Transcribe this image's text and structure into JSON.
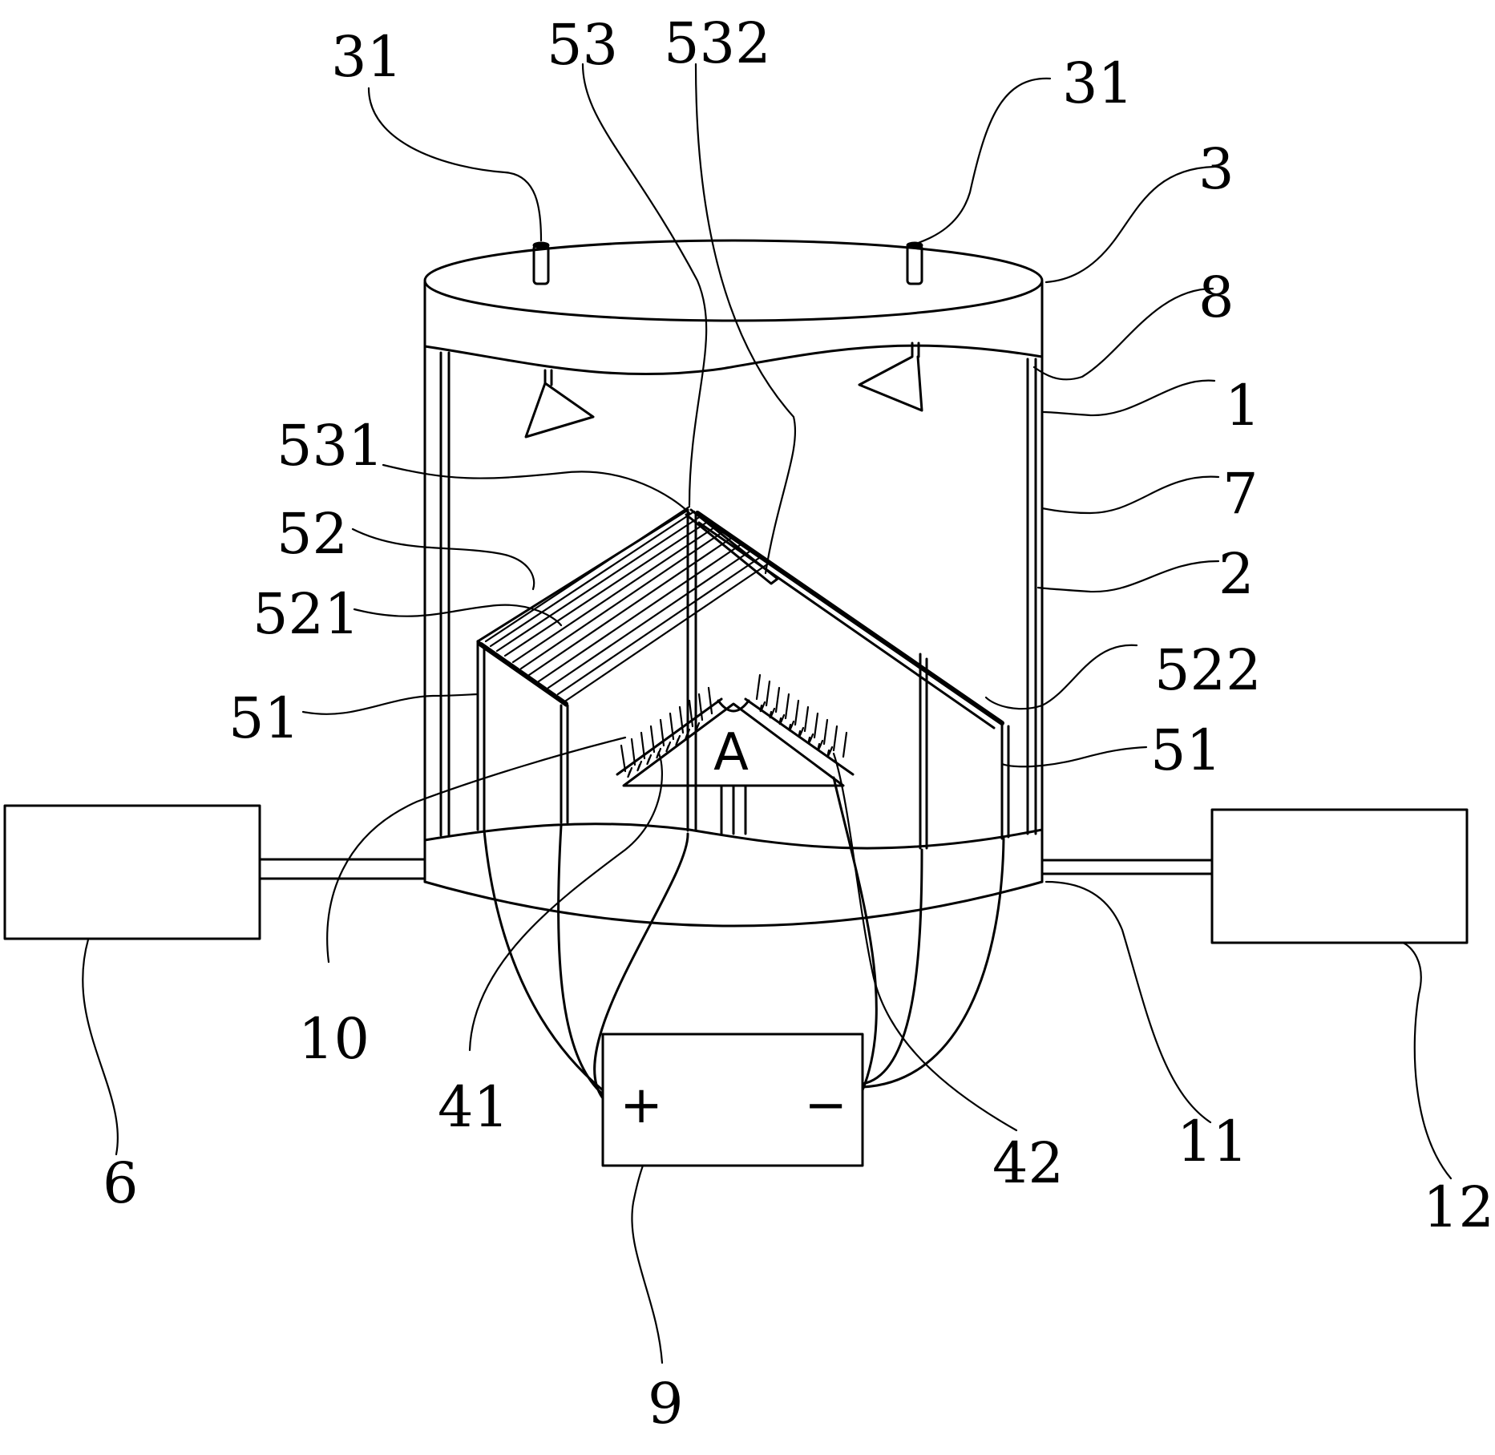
{
  "labels": {
    "l31a": "31",
    "l53": "53",
    "l532": "532",
    "l31b": "31",
    "l3": "3",
    "l8": "8",
    "l1": "1",
    "l531": "531",
    "l7": "7",
    "l52": "52",
    "l2": "2",
    "l521": "521",
    "l522": "522",
    "l51a": "51",
    "l51b": "51",
    "l10": "10",
    "l41": "41",
    "l42": "42",
    "l11": "11",
    "l6": "6",
    "l12": "12",
    "l9": "9"
  },
  "symbols": {
    "ammeter": "A",
    "plus": "+",
    "minus": "−"
  }
}
